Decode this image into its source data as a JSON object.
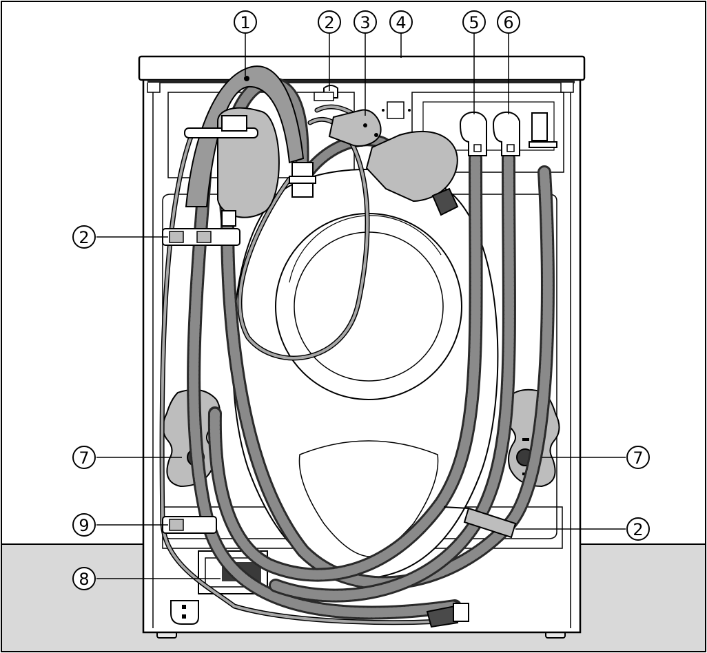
{
  "diagram": {
    "subject": "Washing machine rear view with hoses and fittings",
    "colors": {
      "outline": "#000000",
      "hose": "#8a8a8a",
      "hose_ridge": "#2a2a2a",
      "cable": "#9a9a9a",
      "floor": "#d9d9d9",
      "cabinet": "#ffffff",
      "fitting_dark": "#4a4a4a",
      "fitting_light": "#bdbdbd"
    },
    "callouts": [
      {
        "id": "c1-top",
        "number": "1"
      },
      {
        "id": "c2-top",
        "number": "2"
      },
      {
        "id": "c3-top",
        "number": "3"
      },
      {
        "id": "c4-top",
        "number": "4"
      },
      {
        "id": "c5-top",
        "number": "5"
      },
      {
        "id": "c6-top",
        "number": "6"
      },
      {
        "id": "c2-left",
        "number": "2"
      },
      {
        "id": "c7-left",
        "number": "7"
      },
      {
        "id": "c7-right",
        "number": "7"
      },
      {
        "id": "c9-left",
        "number": "9"
      },
      {
        "id": "c2-right",
        "number": "2"
      },
      {
        "id": "c8-left",
        "number": "8"
      }
    ]
  }
}
